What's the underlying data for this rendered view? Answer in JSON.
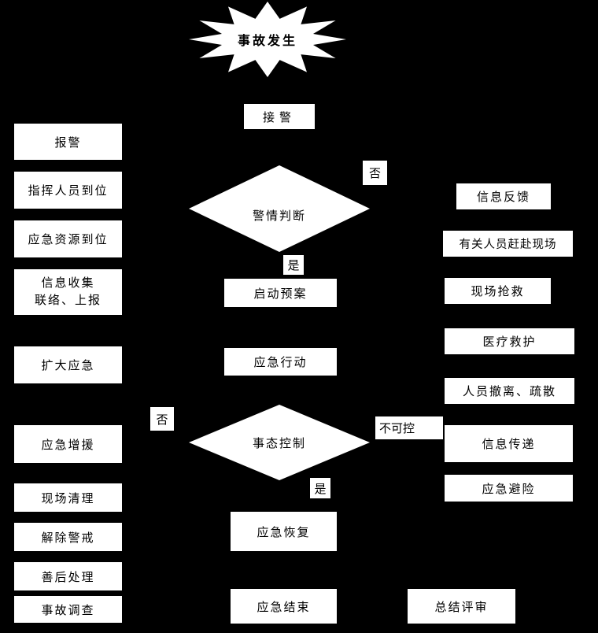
{
  "colors": {
    "background": "#000000",
    "node_fill": "#ffffff",
    "node_text": "#000000"
  },
  "start": {
    "label": "事故发生"
  },
  "center_flow": {
    "receive_alarm": "接警",
    "alarm_judgment": "警情判断",
    "no_1": "否",
    "yes_1": "是",
    "activate_plan": "启动预案",
    "emergency_action": "应急行动",
    "situation_control": "事态控制",
    "no_2": "否",
    "uncontrollable": "不可控",
    "yes_2": "是",
    "emergency_recovery": "应急恢复",
    "emergency_end": "应急结束"
  },
  "left_column": {
    "items": [
      {
        "label": "报警"
      },
      {
        "label": "指挥人员到位"
      },
      {
        "label": "应急资源到位"
      },
      {
        "line1": "信息收集",
        "line2": "联络、上报"
      },
      {
        "label": "扩大应急"
      },
      {
        "label": "应急增援"
      },
      {
        "label": "现场清理"
      },
      {
        "label": "解除警戒"
      },
      {
        "label": "善后处理"
      },
      {
        "label": "事故调查"
      }
    ]
  },
  "right_column": {
    "items": [
      {
        "label": "信息反馈"
      },
      {
        "label": "有关人员赶赴现场"
      },
      {
        "label": "现场抢救"
      },
      {
        "label": "医疗救护"
      },
      {
        "label": "人员撤离、疏散"
      },
      {
        "label": "信息传递"
      },
      {
        "label": "应急避险"
      }
    ]
  },
  "summary_review": {
    "label": "总结评审"
  }
}
